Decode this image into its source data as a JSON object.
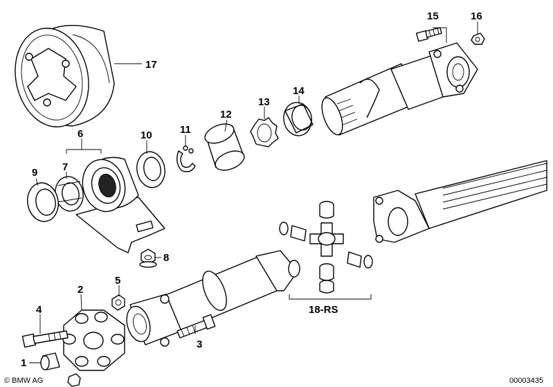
{
  "callouts": {
    "c1": "1",
    "c2": "2",
    "c3": "3",
    "c4": "4",
    "c5": "5",
    "c6": "6",
    "c7": "7",
    "c8": "8",
    "c9": "9",
    "c10": "10",
    "c11": "11",
    "c12": "12",
    "c13": "13",
    "c14": "14",
    "c15": "15",
    "c16": "16",
    "c17": "17",
    "c18": "18-RS"
  },
  "copyright": "© BMW AG",
  "diagram_id": "00003435"
}
